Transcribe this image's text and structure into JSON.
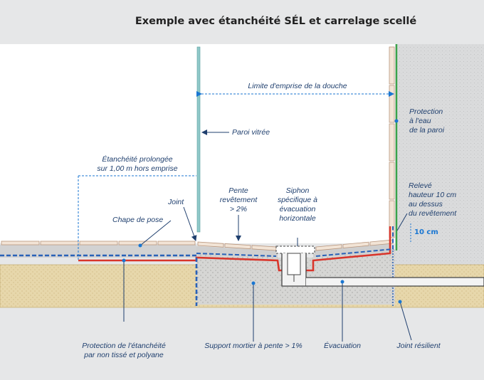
{
  "title": "Exemple avec étanchéité SÉL et carrelage scellé",
  "labels": {
    "limite": "Limite d'emprise de la douche",
    "paroi_vitree": "Paroi vitrée",
    "etancheite_1": "Étanchéité prolongée",
    "etancheite_2": "sur 1,00 m hors emprise",
    "protection_paroi_1": "Protection",
    "protection_paroi_2": "à l'eau",
    "protection_paroi_3": "de la paroi",
    "releve_1": "Relevé",
    "releve_2": "hauteur 10 cm",
    "releve_3": "au dessus",
    "releve_4": "du revêtement",
    "dim_10cm": "10 cm",
    "joint": "Joint",
    "pente_1": "Pente",
    "pente_2": "revêtement",
    "pente_3": "> 2%",
    "siphon_1": "Siphon",
    "siphon_2": "spécifique à",
    "siphon_3": "évacuation",
    "siphon_4": "horizontale",
    "chape": "Chape de pose",
    "protection_etanch_1": "Protection de l'étanchéité",
    "protection_etanch_2": "par non tissé et polyane",
    "support": "Support mortier à pente > 1%",
    "evacuation": "Évacuation",
    "joint_resilient": "Joint résilient"
  },
  "colors": {
    "background": "#e6e7e8",
    "wall_area": "#ffffff",
    "tile": "#f2e4d6",
    "tile_border": "#b8957c",
    "membrane_red": "#d9352b",
    "membrane_blue": "#2a62b8",
    "wall_protection": "#3aa34a",
    "glass": "#8fc8c9",
    "screed": "#d2d2d2",
    "sand": "#e7d7ab",
    "dimension_blue": "#1976d2",
    "label": "#1f3f6e"
  },
  "icons": [
    "siphon-icon",
    "pipe-icon"
  ]
}
